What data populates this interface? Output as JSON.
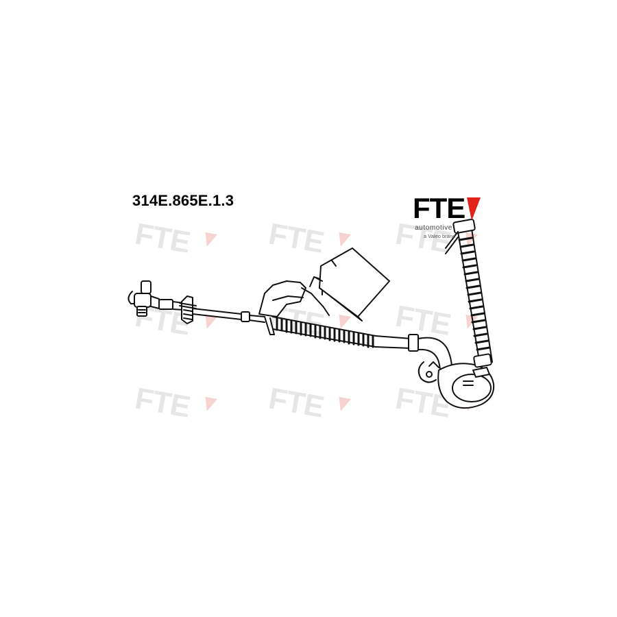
{
  "part_number": "314E.865E.1.3",
  "brand": {
    "name": "FTE",
    "subtitle": "automotive",
    "tagline": "a Valeo brand",
    "accent_color": "#e2231a"
  },
  "watermark": {
    "text": "FTE",
    "color": "#e6e6e6",
    "accent_color": "#f7d2d0"
  },
  "drawing": {
    "subject": "brake-hose",
    "line_color": "#111111"
  }
}
